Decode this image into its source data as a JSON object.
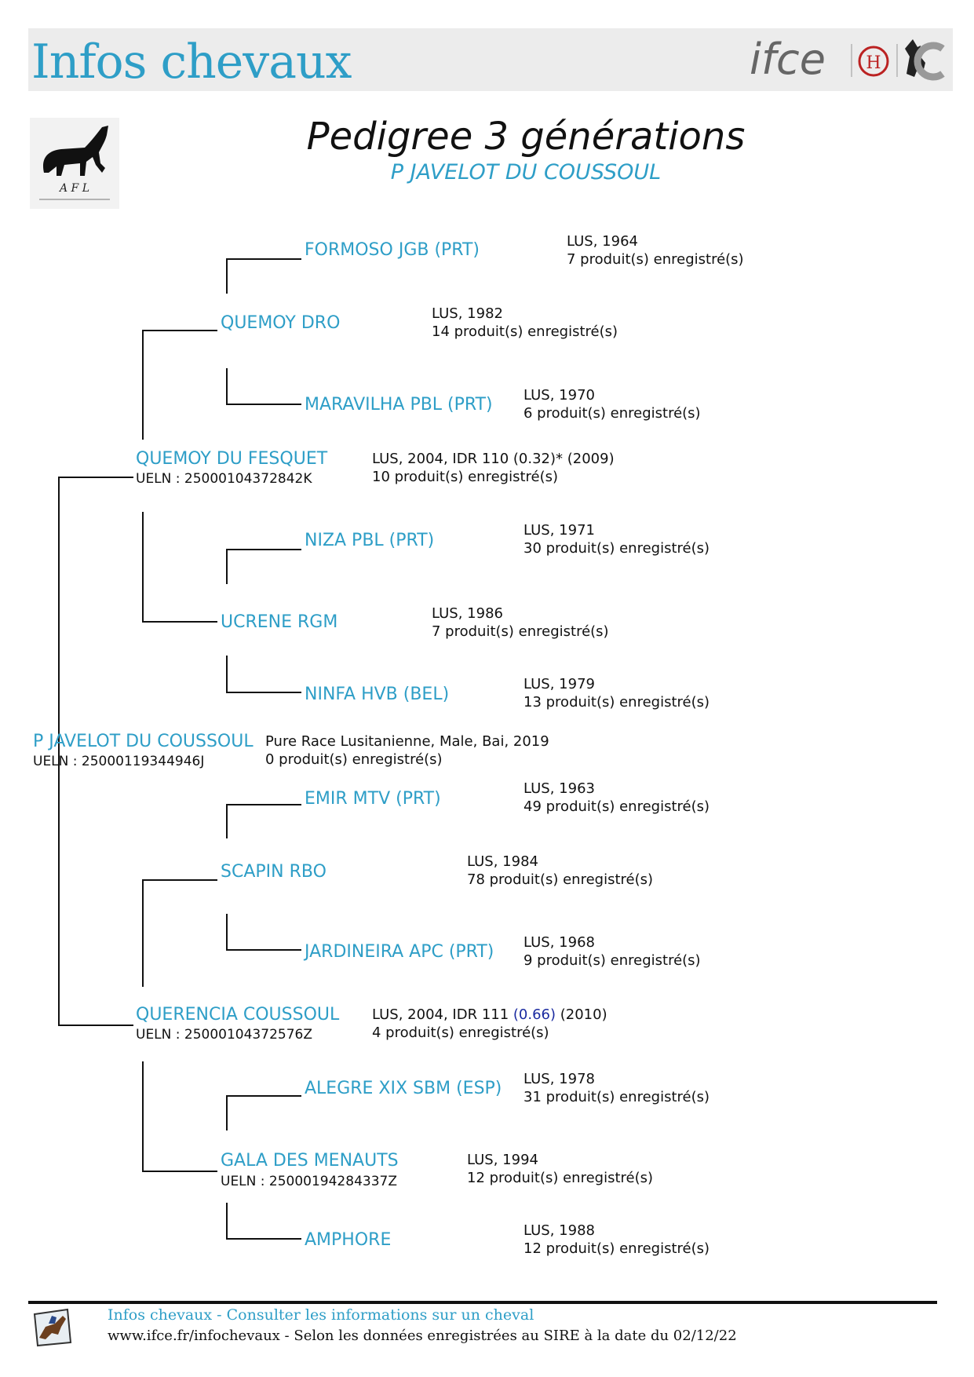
{
  "header": {
    "title": "Infos chevaux",
    "logo_text": "ifce"
  },
  "afl_logo": {
    "text": "A F L"
  },
  "title": "Pedigree 3 générations",
  "horse_name": "P JAVELOT DU COUSSOUL",
  "subject": {
    "name": "P JAVELOT DU COUSSOUL",
    "ueln": "UELN : 25000119344946J",
    "info1": "Pure Race Lusitanienne, Male, Bai, 2019",
    "info2": "0 produit(s) enregistré(s)"
  },
  "sire": {
    "name": "QUEMOY DU FESQUET",
    "ueln": "UELN : 25000104372842K",
    "info1": "LUS, 2004, IDR 110 (0.32)* (2009)",
    "info2": "10 produit(s) enregistré(s)"
  },
  "dam": {
    "name": "QUERENCIA COUSSOUL",
    "ueln": "UELN : 25000104372576Z",
    "info1_pre": "LUS, 2004, IDR 111 ",
    "info1_idx": "(0.66)",
    "info1_post": " (2010)",
    "info2": "4 produit(s) enregistré(s)"
  },
  "gen2": [
    {
      "name": "QUEMOY DRO",
      "info1": "LUS, 1982",
      "info2": "14 produit(s) enregistré(s)"
    },
    {
      "name": "UCRENE RGM",
      "info1": "LUS, 1986",
      "info2": "7 produit(s) enregistré(s)"
    },
    {
      "name": "SCAPIN RBO",
      "info1": "LUS, 1984",
      "info2": "78 produit(s) enregistré(s)"
    },
    {
      "name": "GALA DES MENAUTS",
      "ueln": "UELN : 25000194284337Z",
      "info1": "LUS, 1994",
      "info2": "12 produit(s) enregistré(s)"
    }
  ],
  "gen3": [
    {
      "name": "FORMOSO JGB (PRT)",
      "info1": "LUS, 1964",
      "info2": "7 produit(s) enregistré(s)"
    },
    {
      "name": "MARAVILHA PBL (PRT)",
      "info1": "LUS, 1970",
      "info2": "6 produit(s) enregistré(s)"
    },
    {
      "name": "NIZA PBL (PRT)",
      "info1": "LUS, 1971",
      "info2": "30 produit(s) enregistré(s)"
    },
    {
      "name": "NINFA HVB (BEL)",
      "info1": "LUS, 1979",
      "info2": "13 produit(s) enregistré(s)"
    },
    {
      "name": "EMIR MTV (PRT)",
      "info1": "LUS, 1963",
      "info2": "49 produit(s) enregistré(s)"
    },
    {
      "name": "JARDINEIRA APC (PRT)",
      "info1": "LUS, 1968",
      "info2": "9 produit(s) enregistré(s)"
    },
    {
      "name": "ALEGRE XIX SBM (ESP)",
      "info1": "LUS, 1978",
      "info2": "31 produit(s) enregistré(s)"
    },
    {
      "name": "AMPHORE",
      "info1": "LUS, 1988",
      "info2": "12 produit(s) enregistré(s)"
    }
  ],
  "footer": {
    "line1": "Infos chevaux - Consulter les informations sur un cheval",
    "line2": "www.ifce.fr/infochevaux - Selon les données enregistrées au SIRE à la date du 02/12/22"
  },
  "colors": {
    "accent": "#2e9ec7",
    "index": "#1a2aa0",
    "header_bg": "#ececec"
  }
}
